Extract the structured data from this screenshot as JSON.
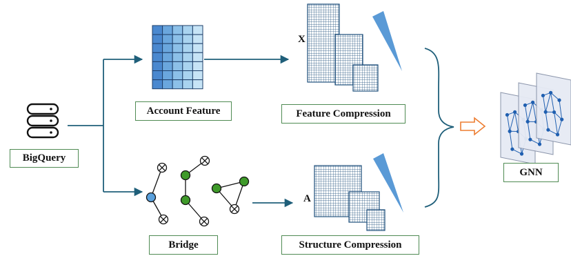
{
  "labels": {
    "bigquery": "BigQuery",
    "account_feature": "Account Feature",
    "feature_compression": "Feature Compression",
    "bridge": "Bridge",
    "structure_compression": "Structure Compression",
    "gnn": "GNN"
  },
  "matrix_letters": {
    "x": "X",
    "a": "A"
  },
  "colors": {
    "edge_arrow": "#1f5f7a",
    "label_border": "#4e8a52",
    "wedge": "#5a9ad6",
    "grid": "#1f4f7c",
    "node_blue": "#5aa0dc",
    "node_green": "#3f9a2a",
    "orange_arrow": "#ed7d31",
    "gnn_node": "#1f5fb0"
  },
  "icons": {
    "database": "database-icon",
    "wedge": "compression-wedge-icon",
    "orange_arrow": "hollow-right-arrow-icon"
  }
}
